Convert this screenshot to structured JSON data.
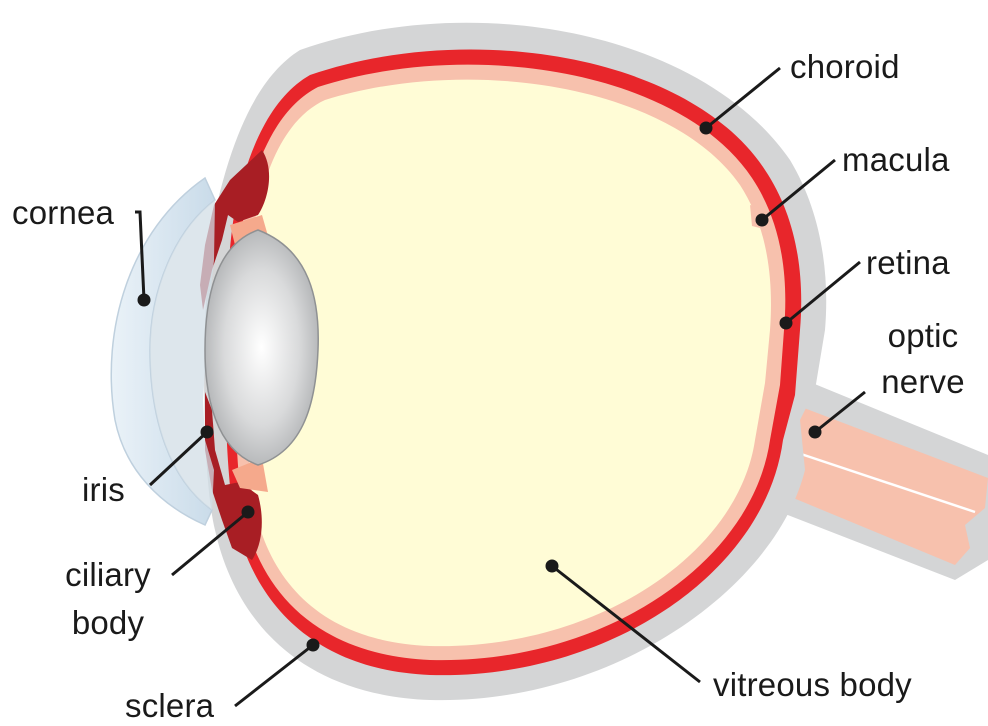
{
  "labels": {
    "choroid": "choroid",
    "macula": "macula",
    "retina": "retina",
    "optic_nerve": [
      "optic",
      "nerve"
    ],
    "cornea": "cornea",
    "iris": "iris",
    "ciliary_body": [
      "ciliary",
      "body"
    ],
    "sclera": "sclera",
    "vitreous_body": "vitreous body"
  },
  "colors": {
    "sclera": "#d4d5d6",
    "choroid": "#e8262b",
    "retina": "#f7c1ad",
    "vitreous": "#fffcd6",
    "iris": "#a81e24",
    "lens": "#cfd0d2",
    "cornea": "#dfeaf3",
    "leader_line": "#1a1a1a"
  }
}
